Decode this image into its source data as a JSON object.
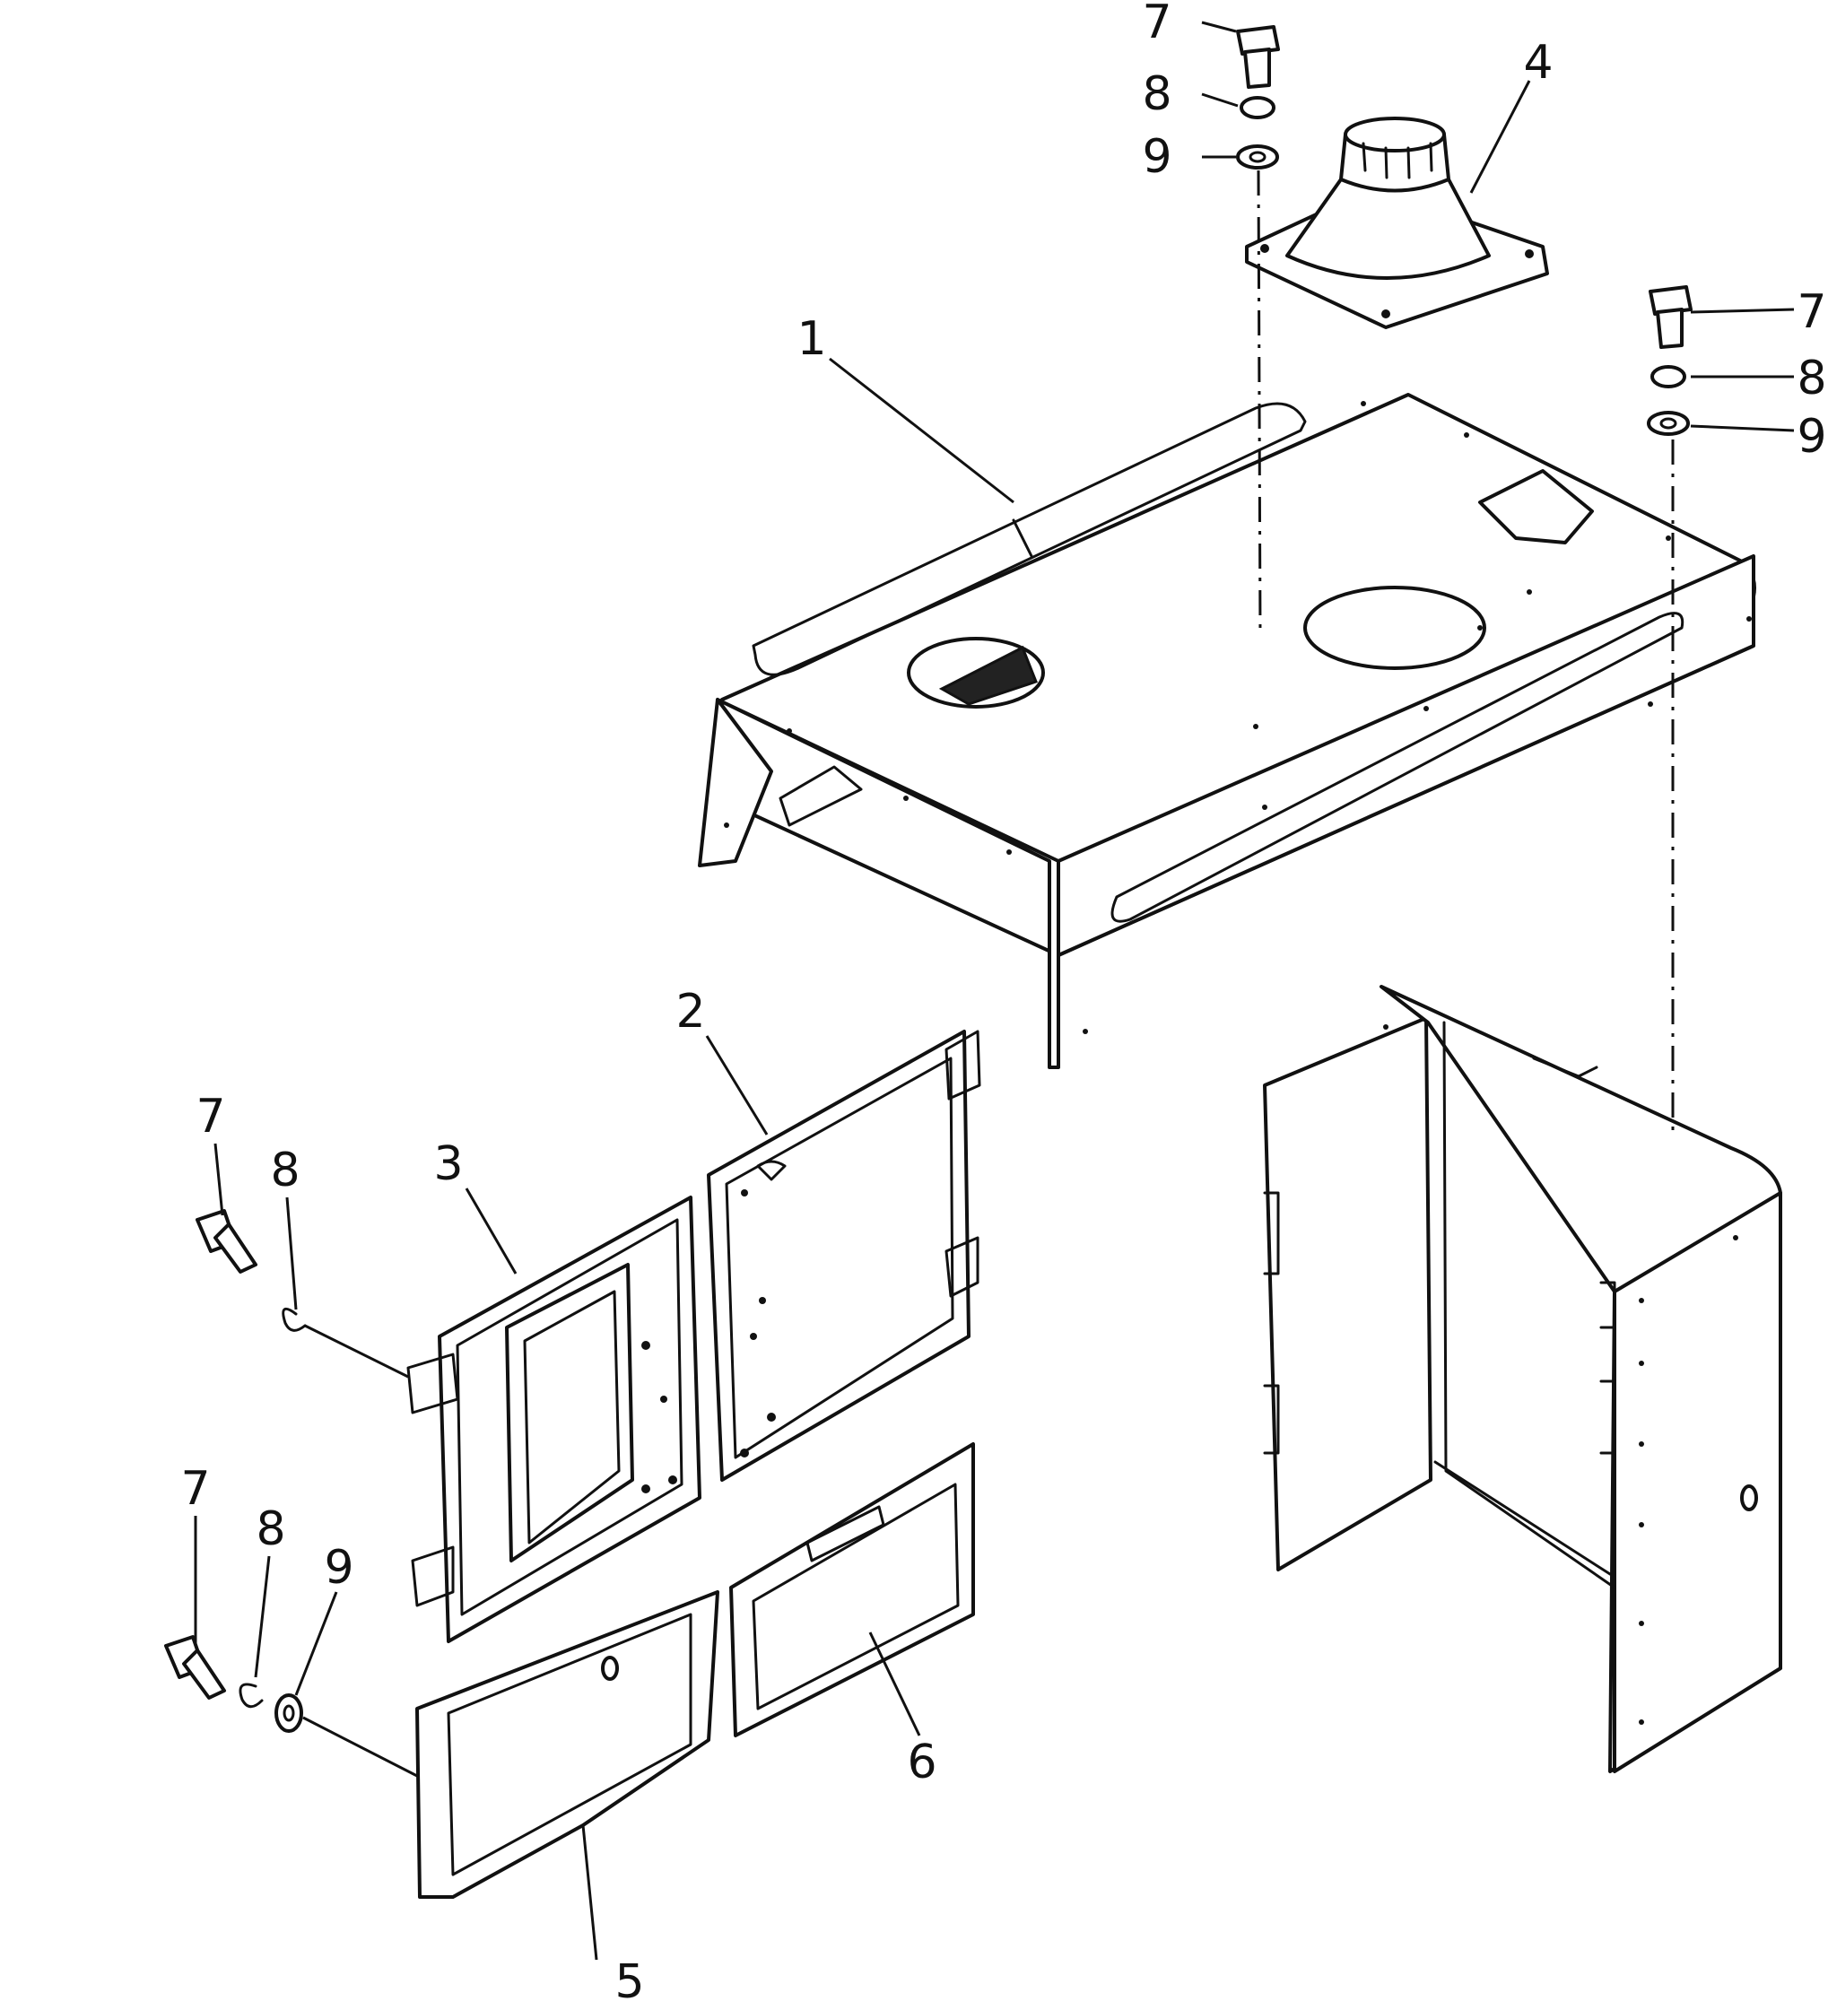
{
  "diagram": {
    "parts": {
      "hood": "1",
      "upper_side_door": "2",
      "upper_access_door": "3",
      "exhaust_stack_flange": "4",
      "lower_front_panel": "5",
      "lower_rear_panel": "6"
    },
    "fasteners": {
      "bolt": "7",
      "spring_washer": "8",
      "flat_washer": "9"
    }
  }
}
